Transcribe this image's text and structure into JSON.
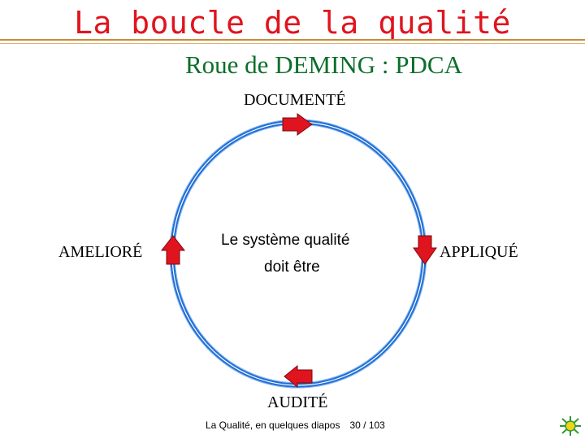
{
  "slide": {
    "title": "La boucle de la qualité",
    "subtitle": "Roue de DEMING : PDCA"
  },
  "loop": {
    "top_label": "DOCUMENTÉ",
    "right_label": "APPLIQUÉ",
    "bottom_label": "AUDITÉ",
    "left_label": "AMELIORÉ",
    "center_line1": "Le système qualité",
    "center_line2": "doit être"
  },
  "colors": {
    "title": "#e0141e",
    "subtitle": "#0d6e2a",
    "ring": "#1f6fd6",
    "arrow": "#e0141e"
  },
  "footer": {
    "caption": "La Qualité, en quelques diapos",
    "page": "30 / 103"
  }
}
